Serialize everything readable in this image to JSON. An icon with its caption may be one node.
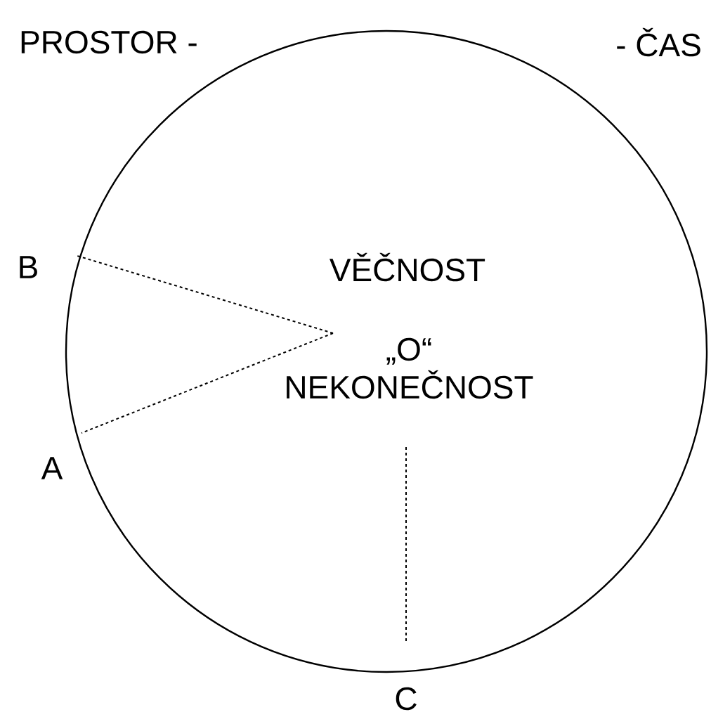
{
  "diagram": {
    "nodes": [
      {
        "text": [
          "VĚČNOST"
        ]
      },
      {
        "text": [
          "„O“",
          "NEKONEČNOST"
        ],
        "in": 0
      },
      {
        "text": [
          "B"
        ]
      },
      {
        "text": [
          "A"
        ]
      },
      {
        "text": [
          "C"
        ]
      }
    ],
    "edges": [
      {
        "from": 1,
        "to": 2,
        "arrow": "none",
        "style": "dashed"
      },
      {
        "from": 1,
        "to": 3,
        "arrow": "none",
        "style": "dashed"
      },
      {
        "from": 1,
        "to": 4,
        "arrow": "none",
        "style": "dashed"
      }
    ],
    "labels": [
      "PROSTOR -",
      "- ČAS"
    ]
  }
}
